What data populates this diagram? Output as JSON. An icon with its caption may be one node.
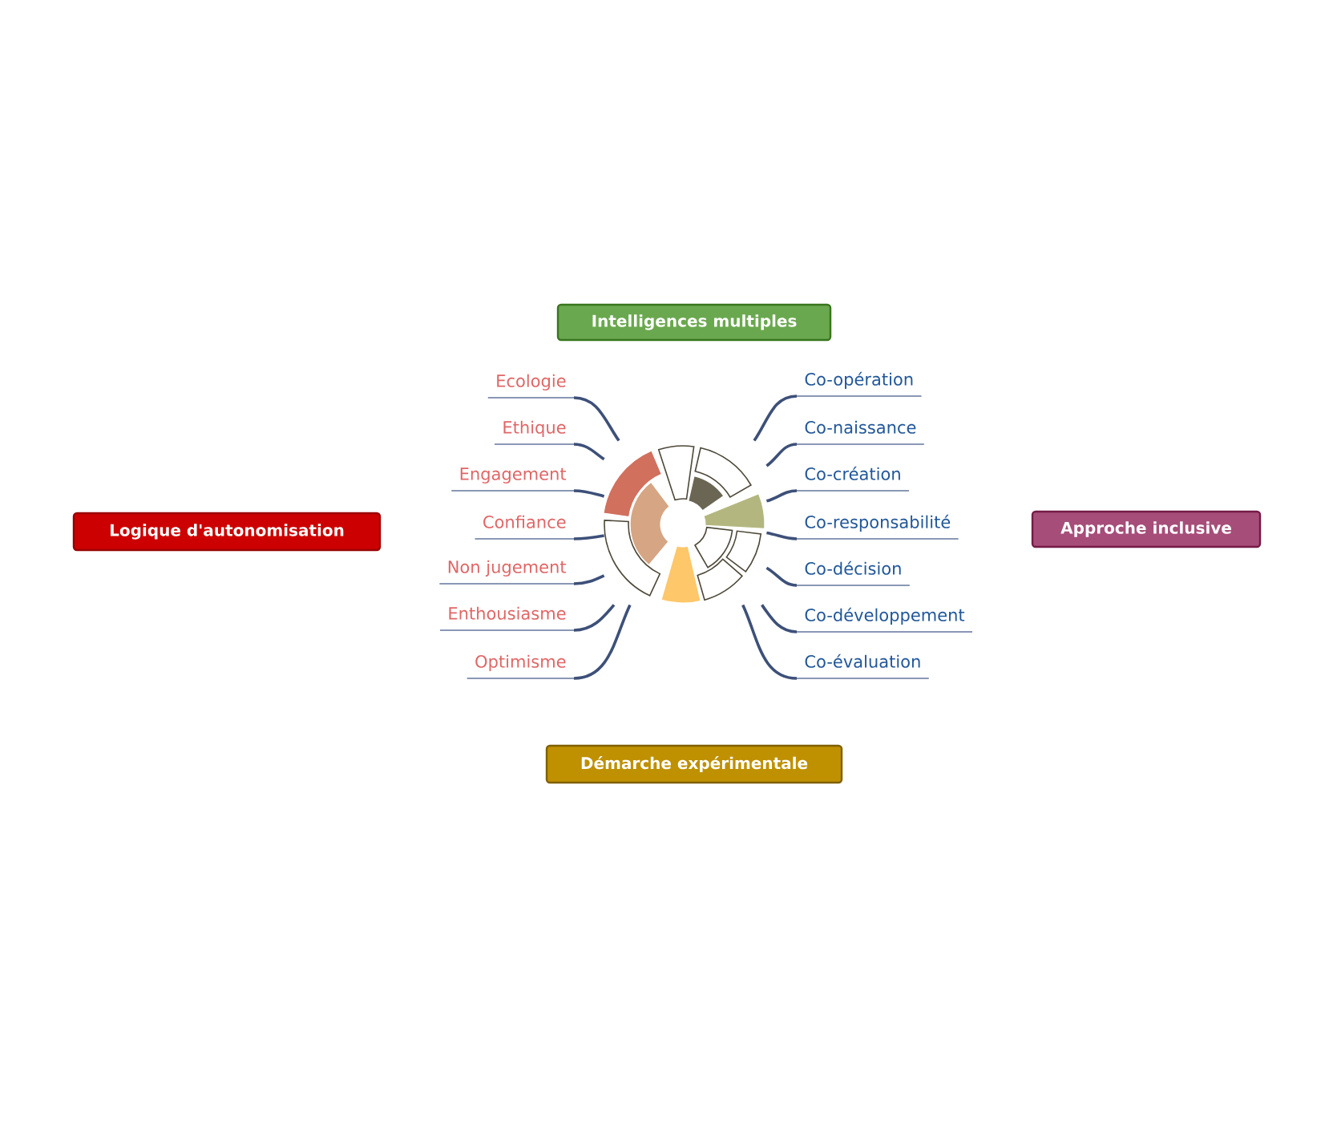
{
  "diagram": {
    "nodes": [
      {
        "text": [
          "Intelligences multiples"
        ]
      },
      {
        "text": [
          "Logique d'autonomisation"
        ]
      },
      {
        "text": [
          "Ecologie"
        ]
      },
      {
        "text": [
          "Ethique"
        ]
      },
      {
        "text": [
          "Engagement"
        ]
      },
      {
        "text": [
          "Confiance"
        ]
      },
      {
        "text": [
          "Non jugement"
        ]
      },
      {
        "text": [
          "Enthousiasme"
        ]
      },
      {
        "text": [
          "Optimisme"
        ]
      },
      {
        "text": [],
        "shape": "picture"
      },
      {
        "text": [
          "Co-opération"
        ]
      },
      {
        "text": [
          "Co-naissance"
        ]
      },
      {
        "text": [
          "Co-création"
        ]
      },
      {
        "text": [
          "Co-responsabilité"
        ]
      },
      {
        "text": [
          "Co-décision"
        ]
      },
      {
        "text": [
          "Co-développement"
        ]
      },
      {
        "text": [
          "Co-évaluation"
        ]
      },
      {
        "text": [
          "Approche inclusive"
        ]
      },
      {
        "text": [
          "Démarche expérimentale"
        ]
      }
    ],
    "edges": [
      {
        "from": 9,
        "to": 2,
        "arrow": "none"
      },
      {
        "from": 9,
        "to": 3,
        "arrow": "none"
      },
      {
        "from": 9,
        "to": 4,
        "arrow": "none"
      },
      {
        "from": 9,
        "to": 5,
        "arrow": "none"
      },
      {
        "from": 9,
        "to": 6,
        "arrow": "none"
      },
      {
        "from": 9,
        "to": 7,
        "arrow": "none"
      },
      {
        "from": 9,
        "to": 8,
        "arrow": "none"
      },
      {
        "from": 9,
        "to": 10,
        "arrow": "none"
      },
      {
        "from": 9,
        "to": 11,
        "arrow": "none"
      },
      {
        "from": 9,
        "to": 12,
        "arrow": "none"
      },
      {
        "from": 9,
        "to": 13,
        "arrow": "none"
      },
      {
        "from": 9,
        "to": 14,
        "arrow": "none"
      },
      {
        "from": 9,
        "to": 15,
        "arrow": "none"
      },
      {
        "from": 9,
        "to": 16,
        "arrow": "none"
      }
    ]
  }
}
